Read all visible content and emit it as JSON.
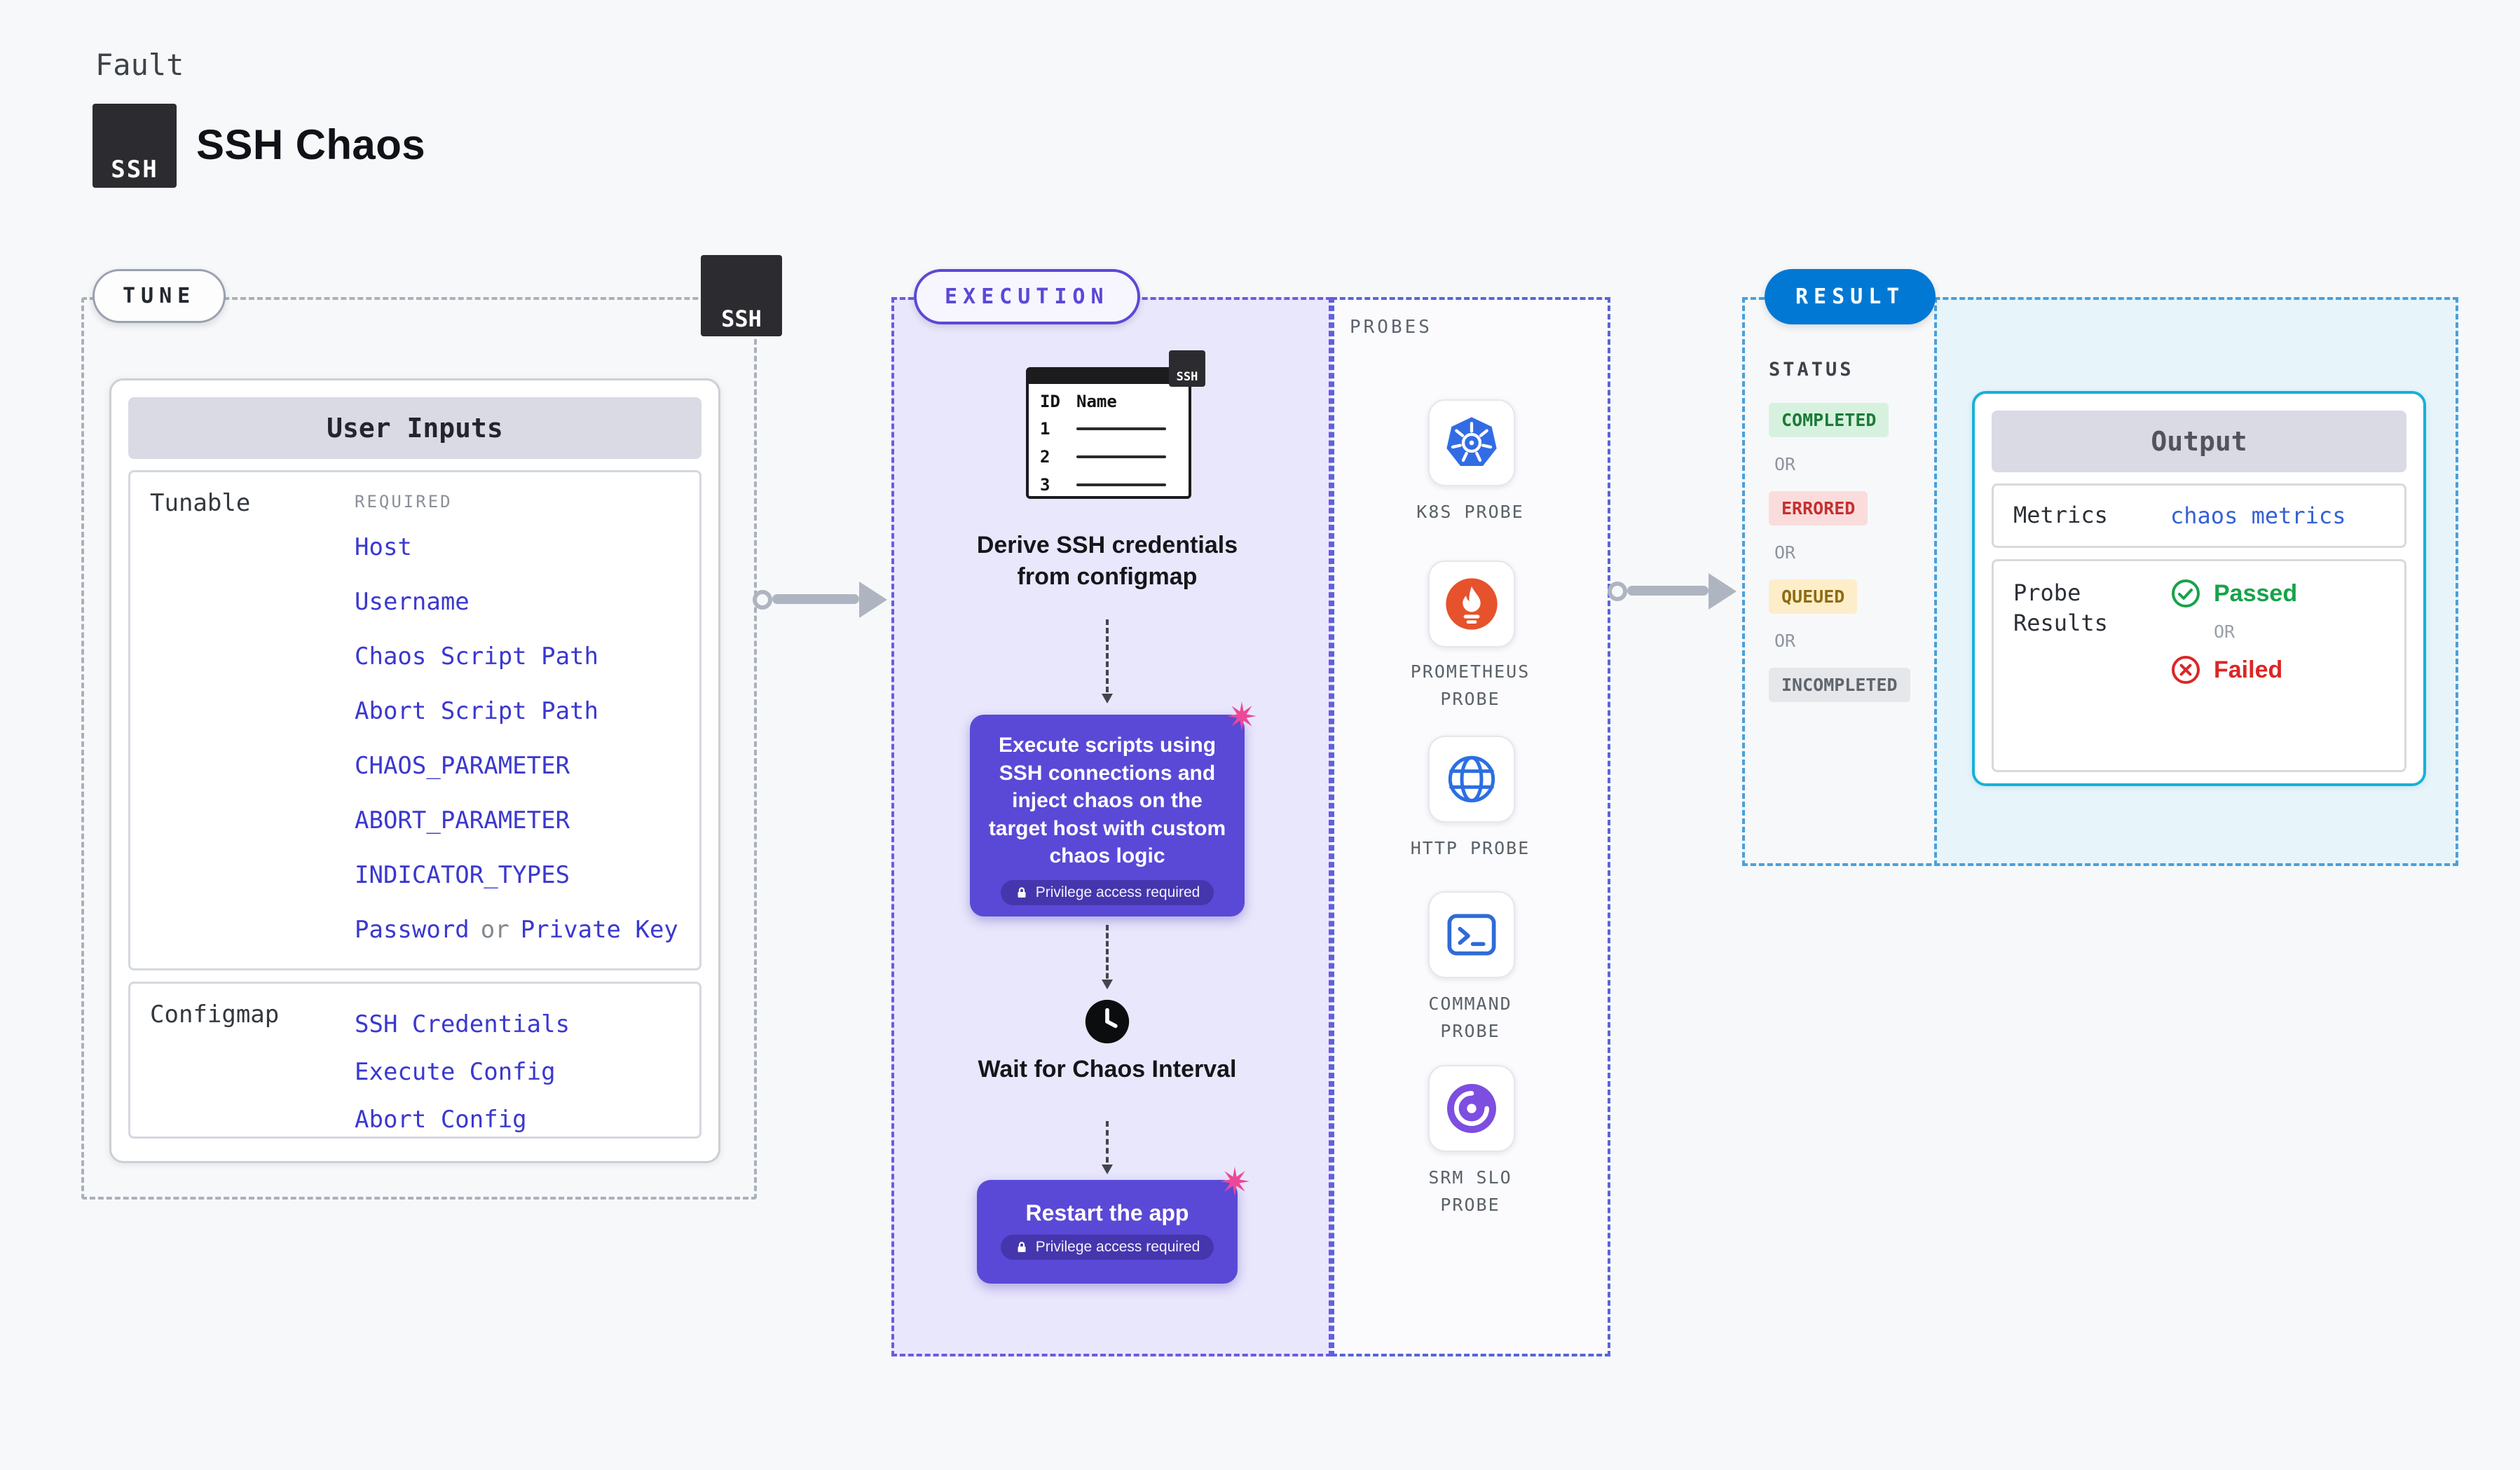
{
  "header": {
    "kicker": "Fault",
    "title": "SSH Chaos",
    "logo_text": "SSH"
  },
  "tune": {
    "pill": "TUNE",
    "ssh_badge": "SSH",
    "card_title": "User Inputs",
    "sections": [
      {
        "label": "Tunable",
        "tag": "REQUIRED",
        "items": [
          "Host",
          "Username",
          "Chaos Script Path",
          "Abort Script Path",
          "CHAOS_PARAMETER",
          "ABORT_PARAMETER",
          "INDICATOR_TYPES"
        ],
        "composite_item": {
          "first": "Password",
          "sep": "or",
          "second": "Private Key"
        }
      },
      {
        "label": "Configmap",
        "items": [
          "SSH Credentials",
          "Execute Config",
          "Abort Config"
        ]
      }
    ]
  },
  "execution": {
    "pill": "EXECUTION",
    "table": {
      "badge": "SSH",
      "col_id": "ID",
      "col_name": "Name",
      "rows": [
        "1",
        "2",
        "3"
      ]
    },
    "step1": "Derive SSH credentials from configmap",
    "step2": "Execute scripts using SSH connections and inject chaos on the target host with custom chaos logic",
    "privilege_note": "Privilege access required",
    "step3": "Wait for Chaos Interval",
    "step4": "Restart the app"
  },
  "probes": {
    "label": "PROBES",
    "items": [
      {
        "name": "K8S PROBE",
        "icon": "kubernetes-icon"
      },
      {
        "name": "PROMETHEUS\nPROBE",
        "icon": "prometheus-icon"
      },
      {
        "name": "HTTP PROBE",
        "icon": "http-globe-icon"
      },
      {
        "name": "COMMAND\nPROBE",
        "icon": "command-terminal-icon"
      },
      {
        "name": "SRM SLO\nPROBE",
        "icon": "srm-slo-icon"
      }
    ]
  },
  "result": {
    "pill": "RESULT",
    "status_label": "STATUS",
    "or_label": "OR",
    "statuses": [
      {
        "label": "COMPLETED",
        "fg": "#1d7a38",
        "bg": "#d6f2de"
      },
      {
        "label": "ERRORED",
        "fg": "#c53030",
        "bg": "#fadcdc"
      },
      {
        "label": "QUEUED",
        "fg": "#8f6c12",
        "bg": "#fdeec9"
      },
      {
        "label": "INCOMPLETED",
        "fg": "#60666d",
        "bg": "#e5e7ea"
      }
    ],
    "output": {
      "title": "Output",
      "metrics_label": "Metrics",
      "metrics_value": "chaos metrics",
      "probe_results_label": "Probe Results",
      "passed": "Passed",
      "or_label": "OR",
      "failed": "Failed"
    }
  },
  "colors": {
    "accent_purple": "#5a49d6",
    "accent_blue": "#0278d5",
    "cyan_border": "#17b1d8",
    "link": "#3b38cf",
    "passed": "#16a34a",
    "failed": "#dc2626",
    "pink_splat": "#ec4899",
    "k8s_blue": "#326ce5",
    "prometheus_orange": "#e6522c"
  }
}
